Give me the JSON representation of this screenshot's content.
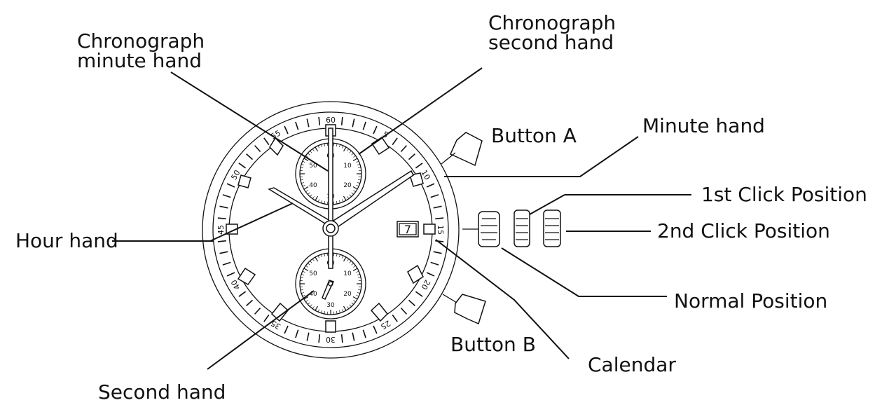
{
  "labels": {
    "chrono_minute_line1": "Chronograph",
    "chrono_minute_line2": "minute hand",
    "chrono_second_line1": "Chronograph",
    "chrono_second_line2": "second hand",
    "button_a": "Button A",
    "minute_hand": "Minute hand",
    "first_click": "1st Click Position",
    "second_click": "2nd Click Position",
    "hour_hand": "Hour hand",
    "normal_position": "Normal Position",
    "button_b": "Button B",
    "calendar": "Calendar",
    "second_hand": "Second hand"
  },
  "bezel_numbers": [
    "60",
    "5",
    "10",
    "15",
    "20",
    "25",
    "30",
    "35",
    "40",
    "45",
    "50",
    "55"
  ],
  "subdial_numbers": [
    "60",
    "10",
    "20",
    "30",
    "40",
    "50"
  ],
  "calendar_date": "7"
}
